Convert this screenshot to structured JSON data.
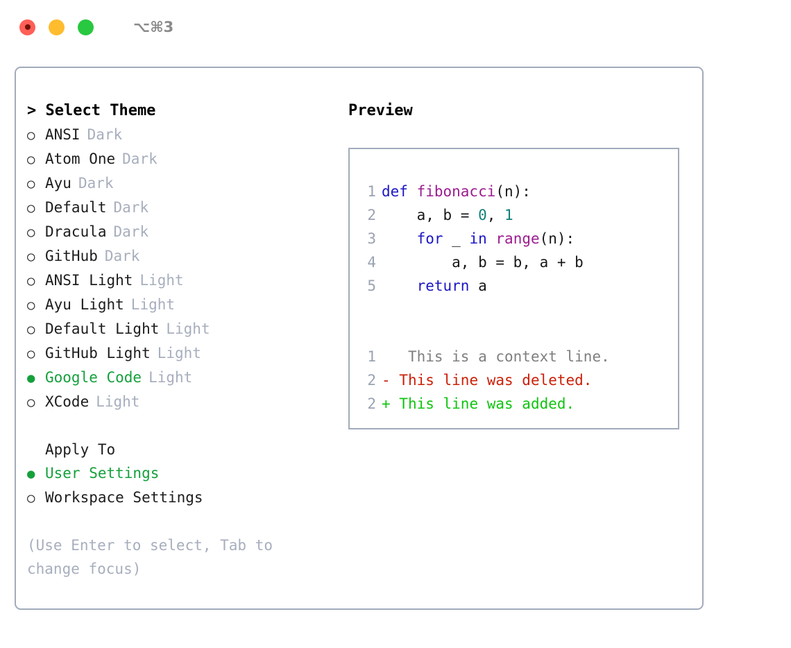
{
  "window": {
    "shortcut": "⌥⌘3",
    "traffic_lights": [
      {
        "name": "close",
        "color": "#ff5f57"
      },
      {
        "name": "minimize",
        "color": "#febc2e"
      },
      {
        "name": "maximize",
        "color": "#28c840"
      }
    ]
  },
  "theme_picker": {
    "header": "> Select Theme",
    "items": [
      {
        "bullet": "○",
        "name": "ANSI",
        "category": "Dark",
        "selected": false
      },
      {
        "bullet": "○",
        "name": "Atom One",
        "category": "Dark",
        "selected": false
      },
      {
        "bullet": "○",
        "name": "Ayu",
        "category": "Dark",
        "selected": false
      },
      {
        "bullet": "○",
        "name": "Default",
        "category": "Dark",
        "selected": false
      },
      {
        "bullet": "○",
        "name": "Dracula",
        "category": "Dark",
        "selected": false
      },
      {
        "bullet": "○",
        "name": "GitHub",
        "category": "Dark",
        "selected": false
      },
      {
        "bullet": "○",
        "name": "ANSI Light",
        "category": "Light",
        "selected": false
      },
      {
        "bullet": "○",
        "name": "Ayu Light",
        "category": "Light",
        "selected": false
      },
      {
        "bullet": "○",
        "name": "Default Light",
        "category": "Light",
        "selected": false
      },
      {
        "bullet": "○",
        "name": "GitHub Light",
        "category": "Light",
        "selected": false
      },
      {
        "bullet": "●",
        "name": "Google Code",
        "category": "Light",
        "selected": true
      },
      {
        "bullet": "○",
        "name": "XCode",
        "category": "Light",
        "selected": false
      }
    ]
  },
  "apply_to": {
    "header": "Apply To",
    "items": [
      {
        "bullet": "●",
        "name": "User Settings",
        "selected": true
      },
      {
        "bullet": "○",
        "name": "Workspace Settings",
        "selected": false
      }
    ]
  },
  "hint": "(Use Enter to select, Tab to change focus)",
  "preview": {
    "title": "Preview",
    "code_lines": [
      {
        "number": "1",
        "tokens": [
          {
            "text": "def ",
            "type": "kw"
          },
          {
            "text": "fibonacci",
            "type": "fn"
          },
          {
            "text": "(n):",
            "type": "plain"
          }
        ]
      },
      {
        "number": "2",
        "tokens": [
          {
            "text": "    a, b = ",
            "type": "plain"
          },
          {
            "text": "0",
            "type": "num"
          },
          {
            "text": ", ",
            "type": "plain"
          },
          {
            "text": "1",
            "type": "num"
          }
        ]
      },
      {
        "number": "3",
        "tokens": [
          {
            "text": "    ",
            "type": "plain"
          },
          {
            "text": "for",
            "type": "kw"
          },
          {
            "text": " _ ",
            "type": "plain"
          },
          {
            "text": "in",
            "type": "kw"
          },
          {
            "text": " ",
            "type": "plain"
          },
          {
            "text": "range",
            "type": "fn"
          },
          {
            "text": "(n):",
            "type": "plain"
          }
        ]
      },
      {
        "number": "4",
        "tokens": [
          {
            "text": "        a, b = b, a + b",
            "type": "plain"
          }
        ]
      },
      {
        "number": "5",
        "tokens": [
          {
            "text": "    ",
            "type": "plain"
          },
          {
            "text": "return",
            "type": "kw"
          },
          {
            "text": " a",
            "type": "plain"
          }
        ]
      }
    ],
    "diff_lines": [
      {
        "number": "1",
        "marker": " ",
        "text": "  This is a context line.",
        "type": "context"
      },
      {
        "number": "2",
        "marker": "-",
        "text": " This line was deleted.",
        "type": "deleted"
      },
      {
        "number": "2",
        "marker": "+",
        "text": " This line was added.",
        "type": "added"
      }
    ]
  },
  "colors": {
    "panel_border": "#a2abbb",
    "selected_green": "#15a03c",
    "category_gray": "#a7aebd",
    "line_number": "#9aa2b2",
    "keyword_blue": "#1c17c4",
    "function_purple": "#9c1d8e",
    "number_teal": "#0f7f78",
    "diff_deleted_red": "#cb2009",
    "diff_added_green": "#10c410",
    "diff_context_gray": "#7f7f7f"
  }
}
